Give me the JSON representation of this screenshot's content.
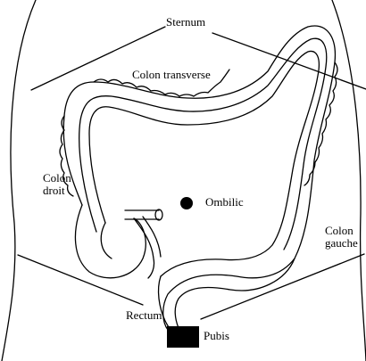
{
  "labels": {
    "sternum": "Sternum",
    "colon_transverse": "Colon transverse",
    "colon_droit": [
      "Colon",
      "droit"
    ],
    "ombilic": "Ombilic",
    "colon_gauche": [
      "Colon",
      "gauche"
    ],
    "rectum": "Rectum",
    "pubis": "Pubis"
  },
  "colors": {
    "line": "#000000",
    "background": "#ffffff"
  }
}
